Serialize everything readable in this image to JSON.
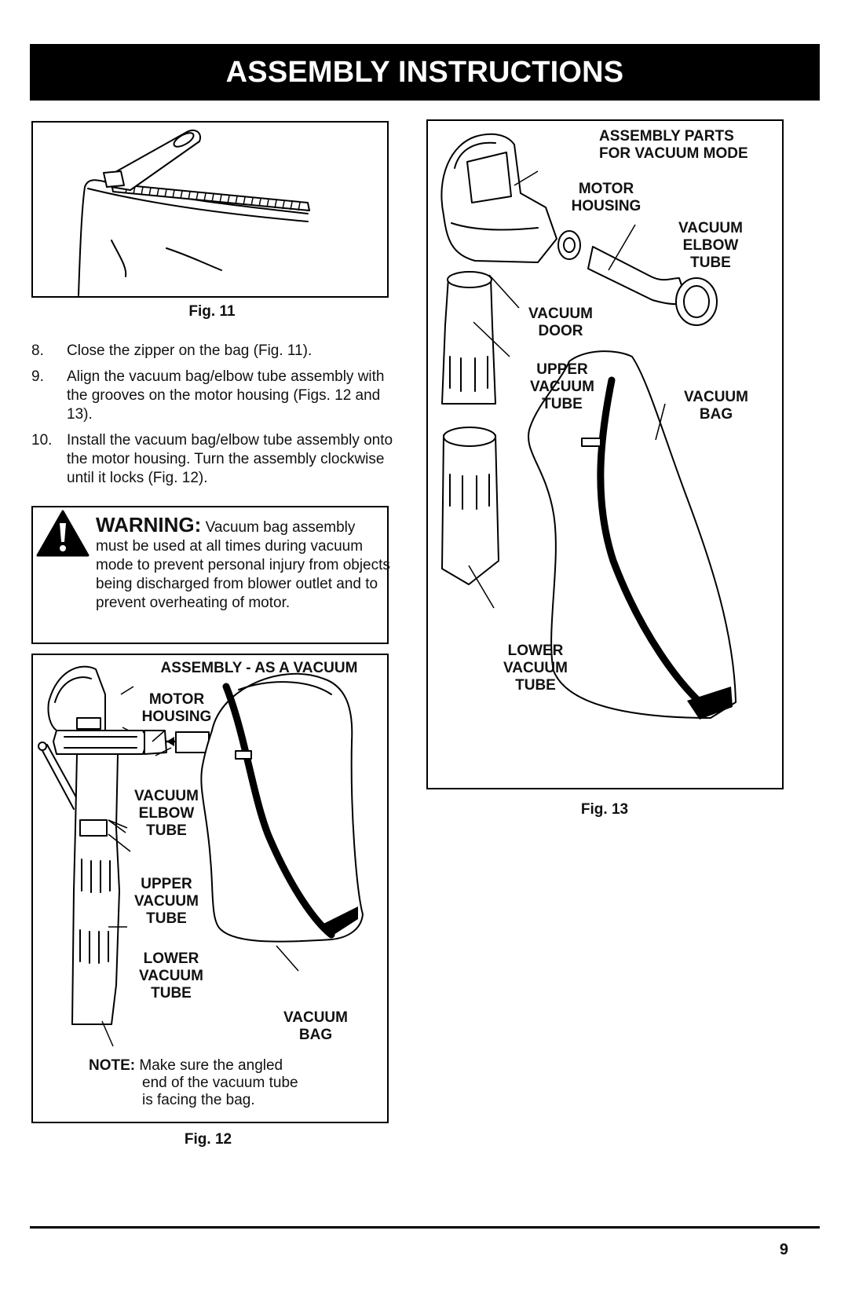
{
  "header": {
    "title": "ASSEMBLY INSTRUCTIONS"
  },
  "fig11": {
    "caption": "Fig. 11"
  },
  "steps": [
    {
      "num": "8.",
      "text": "Close the zipper on the bag (Fig. 11)."
    },
    {
      "num": "9.",
      "text": "Align the vacuum bag/elbow tube assembly with the grooves on the motor housing (Figs. 12 and 13)."
    },
    {
      "num": "10.",
      "text": "Install the vacuum bag/elbow tube assembly onto the motor housing. Turn the assembly clockwise until it locks (Fig. 12)."
    }
  ],
  "warning": {
    "word": "WARNING:",
    "text": "Vacuum bag assembly must be used at all times during vacuum mode to prevent personal injury from objects being discharged from blower outlet and to prevent overheating of motor."
  },
  "fig12": {
    "title": "ASSEMBLY - AS A VACUUM",
    "labels": {
      "motor_housing": [
        "MOTOR",
        "HOUSING"
      ],
      "elbow_tube": [
        "VACUUM",
        "ELBOW",
        "TUBE"
      ],
      "upper_tube": [
        "UPPER",
        "VACUUM",
        "TUBE"
      ],
      "lower_tube": [
        "LOWER",
        "VACUUM",
        "TUBE"
      ],
      "bag": [
        "VACUUM",
        "BAG"
      ]
    },
    "note_label": "NOTE:",
    "note_lines": [
      "Make sure the angled",
      "end of the vacuum tube",
      "is facing the bag."
    ],
    "caption": "Fig. 12"
  },
  "fig13": {
    "title_lines": [
      "ASSEMBLY PARTS",
      "FOR VACUUM MODE"
    ],
    "labels": {
      "motor_housing": [
        "MOTOR",
        "HOUSING"
      ],
      "elbow_tube": [
        "VACUUM",
        "ELBOW",
        "TUBE"
      ],
      "door": [
        "VACUUM",
        "DOOR"
      ],
      "upper_tube": [
        "UPPER",
        "VACUUM",
        "TUBE"
      ],
      "bag": [
        "VACUUM",
        "BAG"
      ],
      "lower_tube": [
        "LOWER",
        "VACUUM",
        "TUBE"
      ]
    },
    "caption": "Fig. 13"
  },
  "footer": {
    "page_number": "9"
  }
}
